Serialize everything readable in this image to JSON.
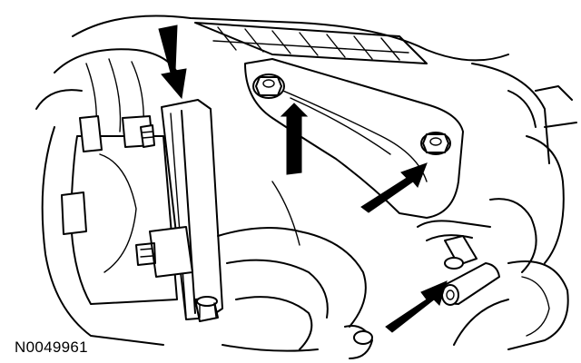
{
  "figure": {
    "reference_number": "N0049961",
    "colors": {
      "line": "#000000",
      "background": "#ffffff"
    },
    "callout_arrows": [
      "arrow-upper-left-bolt",
      "arrow-top-bolt",
      "arrow-right-bolt",
      "arrow-lower-bolt"
    ]
  }
}
